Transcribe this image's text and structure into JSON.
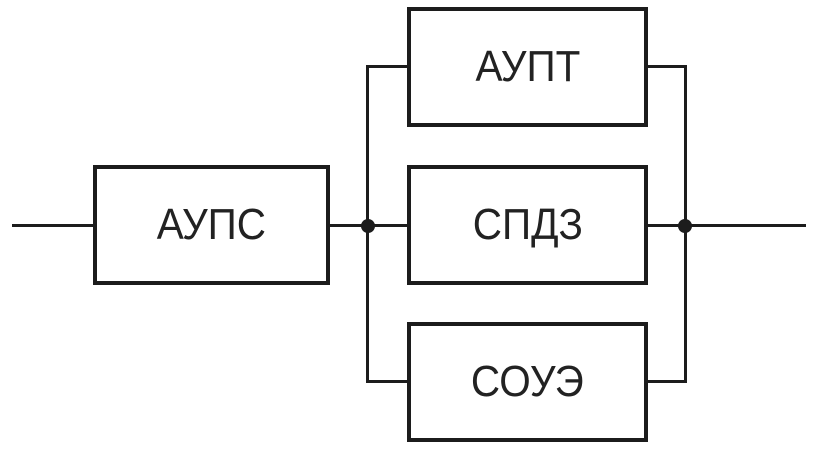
{
  "diagram": {
    "blocks": {
      "series": [
        {
          "label": "АУПС"
        }
      ],
      "parallel": [
        {
          "label": "АУПТ"
        },
        {
          "label": "СПДЗ"
        },
        {
          "label": "СОУЭ"
        }
      ]
    },
    "junctions": {
      "count": 2
    },
    "colors": {
      "line": "#1c1c1c",
      "background": "#ffffff"
    }
  }
}
